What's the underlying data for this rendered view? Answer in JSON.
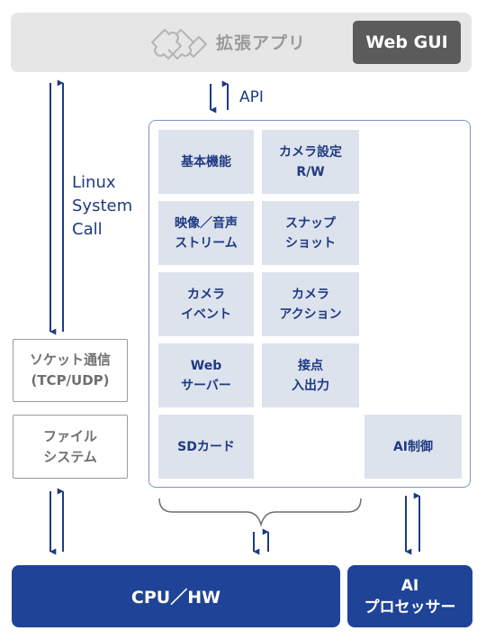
{
  "top": {
    "title": "拡張アプリ",
    "web_gui": "Web GUI"
  },
  "labels": {
    "api": "API",
    "linux_lines": [
      "Linux",
      "System",
      "Call"
    ]
  },
  "side_boxes": {
    "socket": [
      "ソケット通信",
      "(TCP/UDP)"
    ],
    "filesystem": [
      "ファイル",
      "システム"
    ]
  },
  "modules": {
    "basic": [
      "基本機能"
    ],
    "camera_settings": [
      "カメラ設定",
      "R/W"
    ],
    "video_audio": [
      "映像／音声",
      "ストリーム"
    ],
    "snapshot": [
      "スナップ",
      "ショット"
    ],
    "camera_event": [
      "カメラ",
      "イベント"
    ],
    "camera_action": [
      "カメラ",
      "アクション"
    ],
    "web_server": [
      "Web",
      "サーバー"
    ],
    "contact_io": [
      "接点",
      "入出力"
    ],
    "sd_card": [
      "SDカード"
    ],
    "ai_control": [
      "AI制御"
    ]
  },
  "bottom": {
    "cpu_hw": "CPU／HW",
    "ai_processor": [
      "AI",
      "プロセッサー"
    ]
  },
  "colors": {
    "navy": "#1f4396",
    "text_navy": "#1f3a82",
    "tile_bg": "#dde3ed",
    "panel_border": "#7d93c2",
    "top_bg": "#e6e6e6",
    "button_gray": "#5b5b5b"
  }
}
